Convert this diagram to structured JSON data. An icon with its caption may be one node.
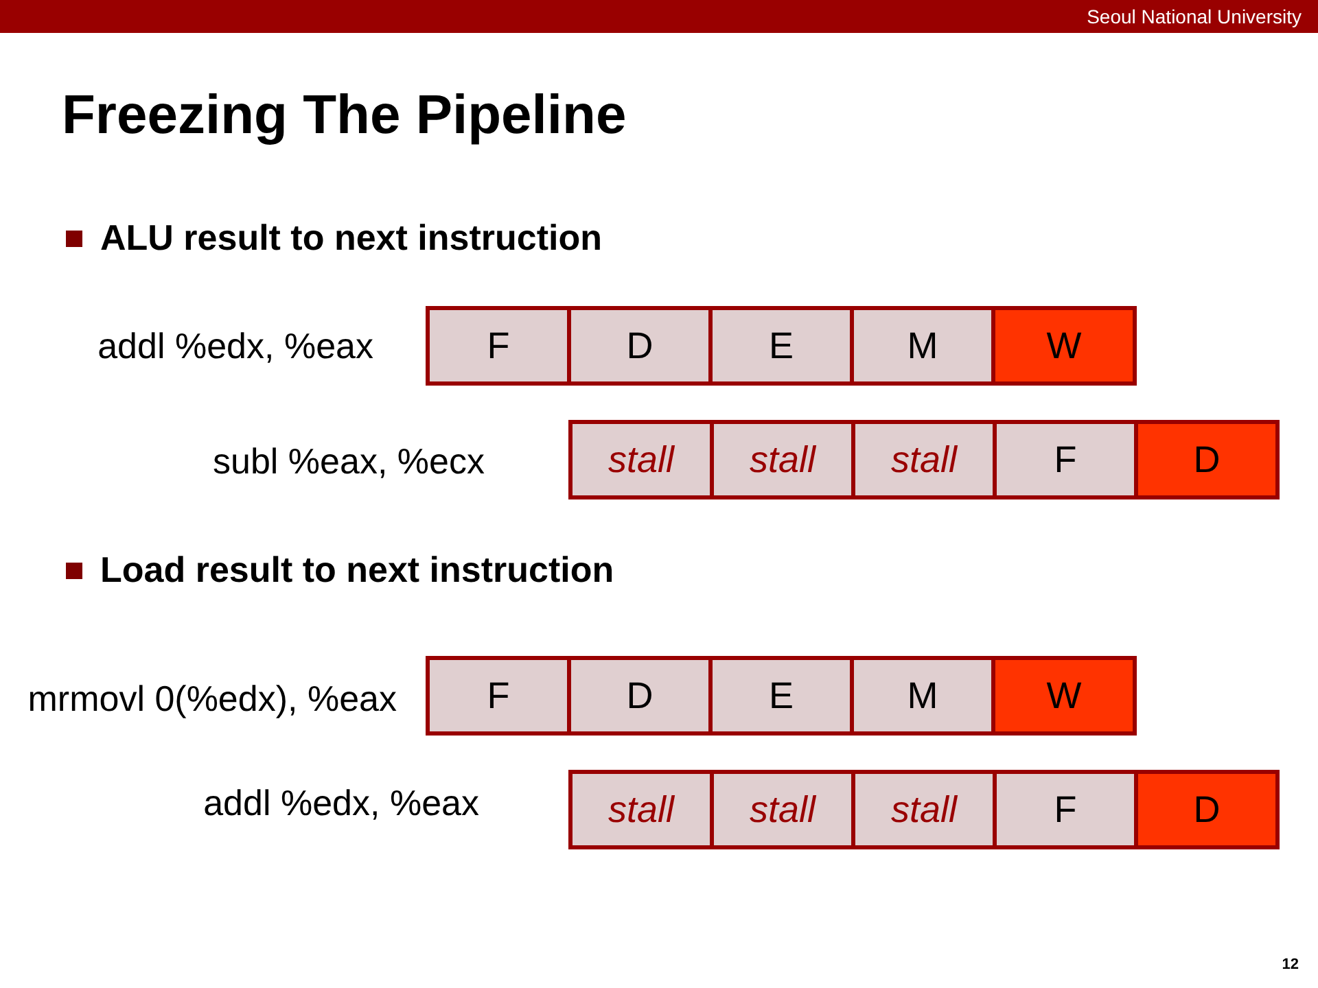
{
  "diagram": {
    "title": "Freezing The Pipeline",
    "nodes": [
      {
        "text": [
          "F"
        ]
      },
      {
        "text": [
          "D"
        ]
      },
      {
        "text": [
          "E"
        ]
      },
      {
        "text": [
          "M"
        ]
      },
      {
        "text": [
          "W"
        ]
      },
      {
        "text": [
          "stall"
        ]
      },
      {
        "text": [
          "stall"
        ]
      },
      {
        "text": [
          "stall"
        ]
      },
      {
        "text": [
          "F"
        ]
      },
      {
        "text": [
          "D"
        ]
      },
      {
        "text": [
          "F"
        ]
      },
      {
        "text": [
          "D"
        ]
      },
      {
        "text": [
          "E"
        ]
      },
      {
        "text": [
          "M"
        ]
      },
      {
        "text": [
          "W"
        ]
      },
      {
        "text": [
          "stall"
        ]
      },
      {
        "text": [
          "stall"
        ]
      },
      {
        "text": [
          "stall"
        ]
      },
      {
        "text": [
          "F"
        ]
      },
      {
        "text": [
          "D"
        ]
      }
    ],
    "labels": [
      "Seoul National University",
      "ALU result to next instruction",
      "addl %edx, %eax",
      "subl %eax, %ecx",
      "Load result to next instruction",
      "mrmovl 0(%edx), %eax",
      "addl %edx, %eax",
      "12"
    ]
  }
}
